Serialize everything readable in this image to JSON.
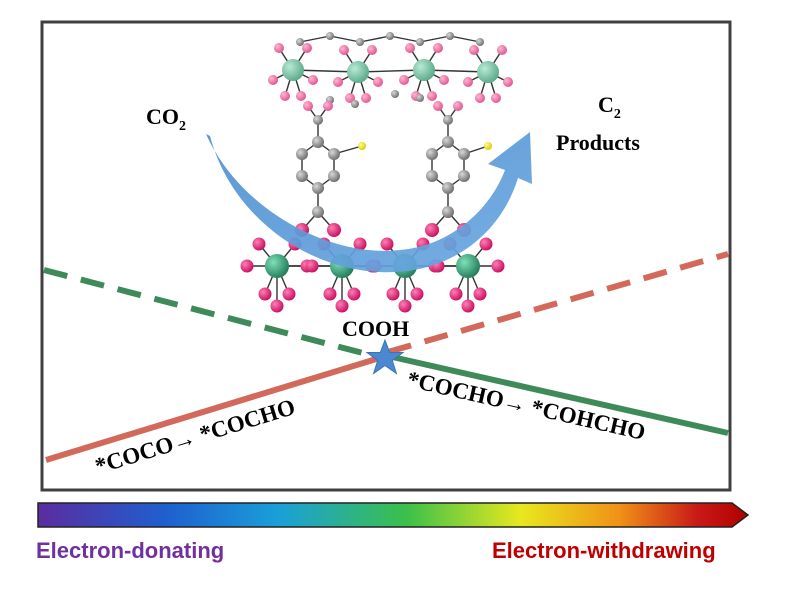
{
  "figure": {
    "reactant_text": "CO",
    "reactant_sub": "2",
    "product_text": "C",
    "product_sub": "2",
    "product_line2": "Products",
    "intermediate_label": "COOH",
    "left_pathway": "*COCO→ *COCHO",
    "right_pathway": "*COCHO→ *COHCHO"
  },
  "colorbar": {
    "left_label": "Electron-donating",
    "right_label": "Electron-withdrawing",
    "left_color": "#7030a0",
    "right_color": "#c00000",
    "gradient": [
      "#5b2c9f",
      "#1f5fcf",
      "#1aa0d8",
      "#3cc04a",
      "#e8e81e",
      "#f09018",
      "#c81818",
      "#b00000"
    ]
  },
  "colors": {
    "red_line": "#d2695a",
    "green_line": "#3f8a5a",
    "arrow_blue": "#5b9bd5",
    "star_blue": "#4a88d0",
    "metal_green": "#2e9a78",
    "oxygen_pink": "#e2136e",
    "carbon_grey": "#8a8a8a",
    "hydrogen_yellow": "#f0e020"
  }
}
